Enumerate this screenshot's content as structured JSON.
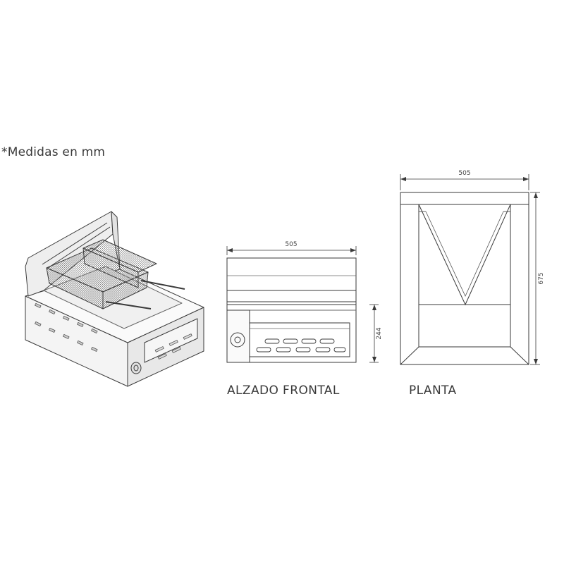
{
  "note": "*Medidas en mm",
  "views": {
    "front": {
      "label": "ALZADO FRONTAL",
      "width_dim": "505",
      "height_dim": "244"
    },
    "plan": {
      "label": "PLANTA",
      "width_dim": "505",
      "depth_dim": "675"
    }
  }
}
